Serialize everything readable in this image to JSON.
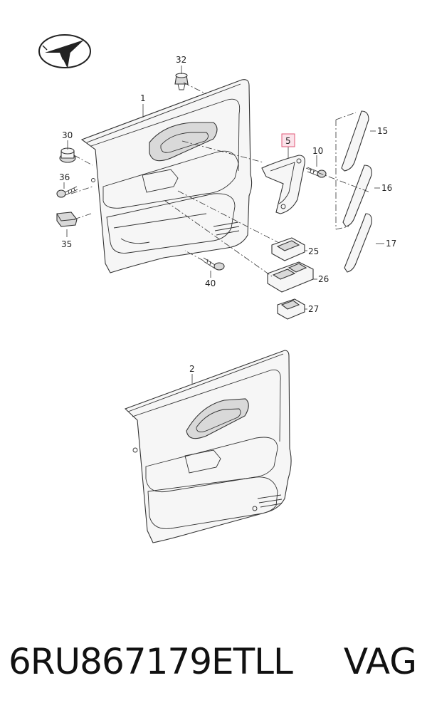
{
  "callouts": {
    "c1": "1",
    "c2": "2",
    "c5": "5",
    "c10": "10",
    "c15": "15",
    "c16": "16",
    "c17": "17",
    "c25": "25",
    "c26": "26",
    "c27": "27",
    "c30": "30",
    "c32": "32",
    "c35": "35",
    "c36": "36",
    "c40": "40"
  },
  "highlight_color": "#e05a78",
  "footer": {
    "part_number": "6RU867179ETLL",
    "brand": "VAG"
  }
}
